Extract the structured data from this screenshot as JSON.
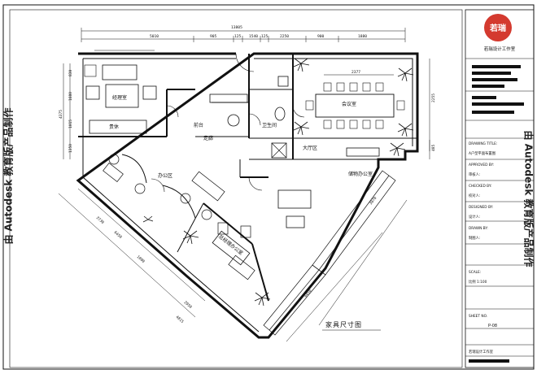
{
  "watermark": "由 Autodesk 教育版产品制作",
  "studio_name": "若瑞设计工作室",
  "logo_text": "若瑞",
  "caption": "家具尺寸图",
  "rooms": {
    "manager": "经理室",
    "lounge": "贵休",
    "front_desk": "前台",
    "meeting": "会议室",
    "restroom": "卫生间",
    "office": "办公区",
    "hall": "大厅区",
    "storage": "储物办公室",
    "gm_office": "总经理办公室",
    "corridor": "走廊"
  },
  "dimensions": {
    "total": "13805",
    "top": [
      "5010",
      "905",
      "125",
      "1540",
      "125",
      "2250",
      "900",
      "1880"
    ],
    "left": [
      "830",
      "1680",
      "4375",
      "1015",
      "1350"
    ],
    "right": [
      "2255",
      "485"
    ],
    "diag_left": [
      "3730",
      "6450",
      "1000",
      "2950",
      "4815"
    ],
    "diag_right": [
      "3870",
      "6450"
    ],
    "meeting_width": "2377"
  },
  "title_block": {
    "drawing_title_label": "DRAWING TITLE:",
    "drawing_title_value": "A户型平面布置图",
    "approved_label": "APPROVED BY:",
    "approved_value": "审核人:",
    "checked_label": "CHECKED BY:",
    "checked_value": "校对人:",
    "designed_label": "DESIGNED BY:",
    "designed_value": "设计人:",
    "drawn_label": "DRAWN BY:",
    "drawn_value": "制图人:",
    "scale_label": "SCALE:",
    "scale_value": "比例 1:100",
    "sheet_label": "SHEET NO.",
    "sheet_value": "P-08",
    "footer": "若瑞设计工作室"
  }
}
